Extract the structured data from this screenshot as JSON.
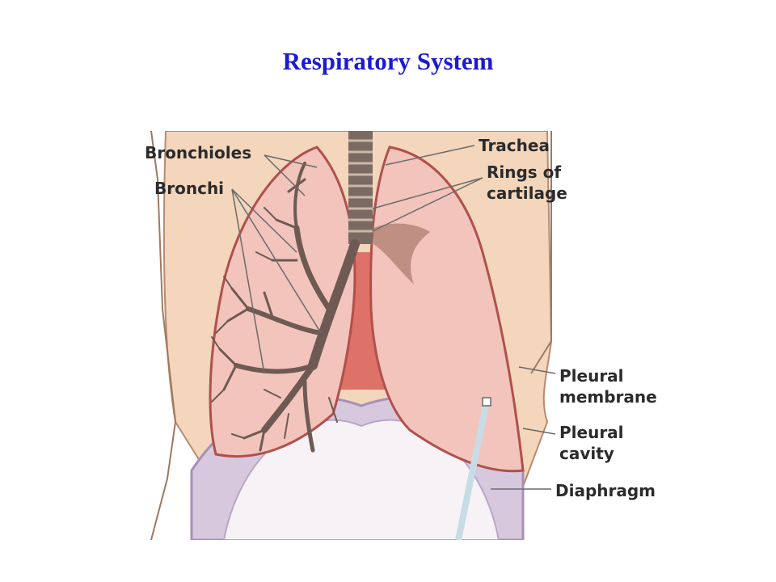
{
  "title": "Respiratory System",
  "diagram": {
    "labels": {
      "bronchioles": "Bronchioles",
      "bronchi": "Bronchi",
      "trachea": "Trachea",
      "rings_line1": "Rings of",
      "rings_line2": "cartilage",
      "pleural_membrane_line1": "Pleural",
      "pleural_membrane_line2": "membrane",
      "pleural_cavity_line1": "Pleural",
      "pleural_cavity_line2": "cavity",
      "diaphragm": "Diaphragm"
    },
    "colors": {
      "title": "#1a1ad6",
      "lung_fill": "#f2c4bc",
      "lung_outline": "#b0504c",
      "bronchi": "#6e5a52",
      "torso": "#f3d6bc",
      "mediastinum": "#d9605a",
      "diaphragm": "#d8c8de"
    }
  }
}
